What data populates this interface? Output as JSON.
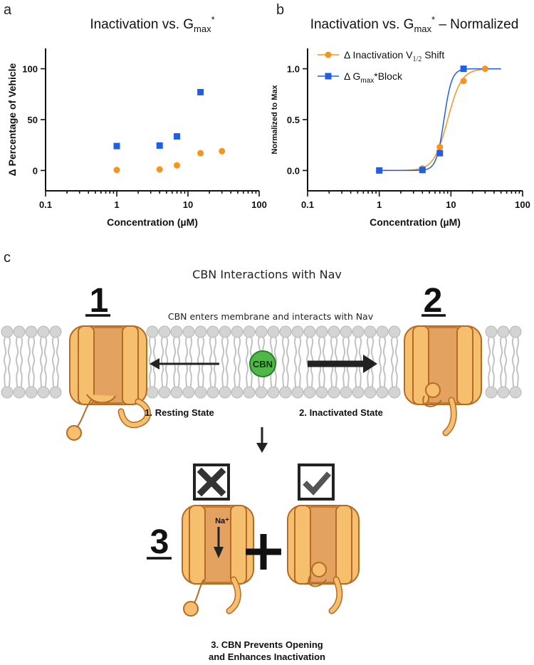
{
  "panels": {
    "a_label": "a",
    "b_label": "b",
    "c_label": "c"
  },
  "chart_data": [
    {
      "type": "scatter",
      "title": "Inactivation vs. G",
      "title_sub": "max",
      "title_sup": "*",
      "xlabel": "Concentration (µM)",
      "ylabel": "Δ Percentage of Vehicle",
      "xscale": "log",
      "xlim": [
        0.1,
        100
      ],
      "ylim": [
        -20,
        120
      ],
      "xticks": [
        "0.1",
        "1",
        "10",
        "100"
      ],
      "yticks": [
        "0",
        "50",
        "100"
      ],
      "series": [
        {
          "color": "#f7941d",
          "marker": "circle",
          "points": [
            [
              1,
              0.5
            ],
            [
              4,
              1
            ],
            [
              7,
              5
            ],
            [
              15,
              17
            ],
            [
              30,
              19
            ]
          ]
        },
        {
          "color": "#1f5fe8",
          "marker": "square",
          "points": [
            [
              1,
              24
            ],
            [
              4,
              24.5
            ],
            [
              7,
              33.5
            ],
            [
              15,
              77
            ]
          ]
        }
      ]
    },
    {
      "type": "line",
      "title": "Inactivation vs. G",
      "title_sub": "max",
      "title_sup": "*",
      "title_tail": " – Normalized",
      "xlabel": "Concentration (µM)",
      "ylabel": "Normalized to Max",
      "xscale": "log",
      "xlim": [
        0.1,
        100
      ],
      "ylim": [
        -0.2,
        1.2
      ],
      "xticks": [
        "0.1",
        "1",
        "10",
        "100"
      ],
      "yticks": [
        "0.0",
        "0.5",
        "1.0"
      ],
      "legend_position": "top-left",
      "series": [
        {
          "name_prefix": "Δ Inactivation V",
          "name_sub": "1/2",
          "name_suffix": " Shift",
          "color": "#f7941d",
          "marker": "circle",
          "points": [
            [
              1,
              0.0
            ],
            [
              4,
              0.02
            ],
            [
              7,
              0.23
            ],
            [
              15,
              0.88
            ],
            [
              30,
              1.0
            ]
          ],
          "fit": {
            "bottom": 0.0,
            "top": 1.0,
            "ec50": 9.0,
            "hill": 4.5
          }
        },
        {
          "name_prefix": "Δ G",
          "name_sub": "max",
          "name_suffix": "*Block",
          "color": "#1f5fe8",
          "marker": "square",
          "points": [
            [
              1,
              0.0
            ],
            [
              4,
              0.005
            ],
            [
              7,
              0.17
            ],
            [
              15,
              1.0
            ]
          ],
          "fit": {
            "bottom": 0.0,
            "top": 1.0,
            "ec50": 8.0,
            "hill": 8
          }
        }
      ]
    }
  ],
  "diagram": {
    "title": "CBN Interactions with Nav",
    "subtitle": "CBN enters membrane and interacts with Nav",
    "molecule_label": "CBN",
    "state1_number": "1",
    "state2_number": "2",
    "state3_number": "3",
    "state1_caption": "1.  Resting State",
    "state2_caption": "2.    Inactivated State",
    "ion_label": "Na⁺",
    "bottom_caption_line1": "3. CBN Prevents Opening",
    "bottom_caption_line2": "and Enhances Inactivation",
    "colors": {
      "channel": "#f6bf6e",
      "channel_inner": "#e3a25f",
      "outline": "#b56a25",
      "cbn": "#4fb848",
      "membrane": "#d4d4d4"
    }
  }
}
